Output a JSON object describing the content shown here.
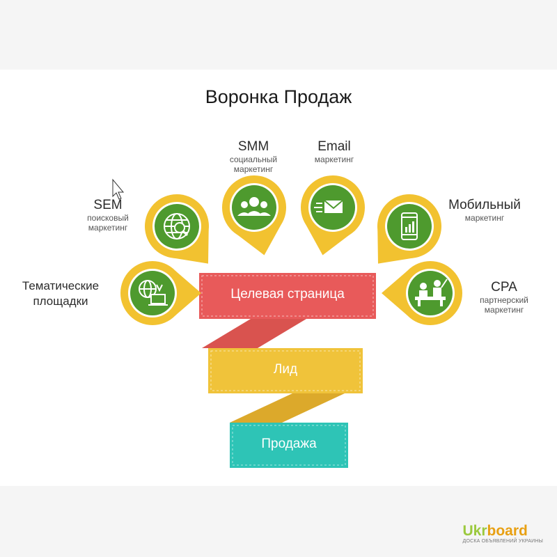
{
  "title": "Воронка Продаж",
  "channels": [
    {
      "id": "sem",
      "name": "SEM",
      "desc": "поисковый маркетинг",
      "icon": "globe-search-icon"
    },
    {
      "id": "smm",
      "name": "SMM",
      "desc": "социальный маркетинг",
      "icon": "people-group-icon"
    },
    {
      "id": "email",
      "name": "Email",
      "desc": "маркетинг",
      "icon": "envelope-icon"
    },
    {
      "id": "mobile",
      "name": "Мобильный",
      "desc": "маркетинг",
      "icon": "mobile-chart-icon"
    },
    {
      "id": "thematic",
      "name": "Тематические площадки",
      "desc": "",
      "icon": "globe-laptop-icon"
    },
    {
      "id": "cpa",
      "name": "CPA",
      "desc": "партнерский маркетинг",
      "icon": "meeting-icon"
    }
  ],
  "funnel": [
    {
      "label": "Целевая страница",
      "color": "#e85a5a"
    },
    {
      "label": "Лид",
      "color": "#f0c33a"
    },
    {
      "label": "Продажа",
      "color": "#2ec4b6"
    }
  ],
  "colors": {
    "pin_gold": "#f2c230",
    "pin_green": "#4e9a2e",
    "pin_green_dark": "#3c7f22"
  },
  "watermark": {
    "brand_part1": "Ukr",
    "brand_part2": "board",
    "tagline": "ДОСКА ОБЪЯВЛЕНИЙ УКРАИНЫ"
  }
}
